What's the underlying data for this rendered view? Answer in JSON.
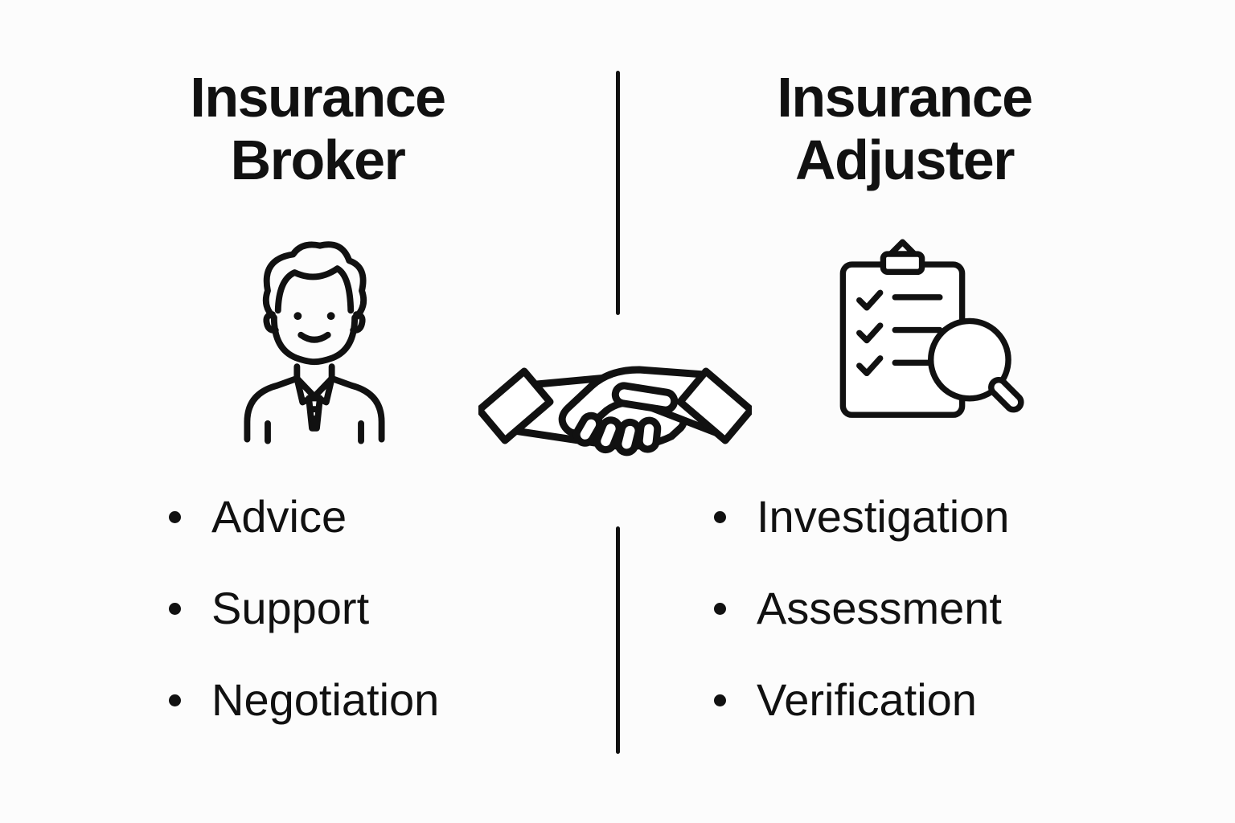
{
  "colors": {
    "ink": "#111111",
    "background": "#fcfcfc"
  },
  "left": {
    "title_line1": "Insurance",
    "title_line2": "Broker",
    "icon": "person-icon",
    "items": [
      "Advice",
      "Support",
      "Negotiation"
    ]
  },
  "right": {
    "title_line1": "Insurance",
    "title_line2": "Adjuster",
    "icon": "clipboard-checklist-magnifier-icon",
    "items": [
      "Investigation",
      "Assessment",
      "Verification"
    ]
  },
  "center": {
    "icon": "handshake-icon"
  }
}
